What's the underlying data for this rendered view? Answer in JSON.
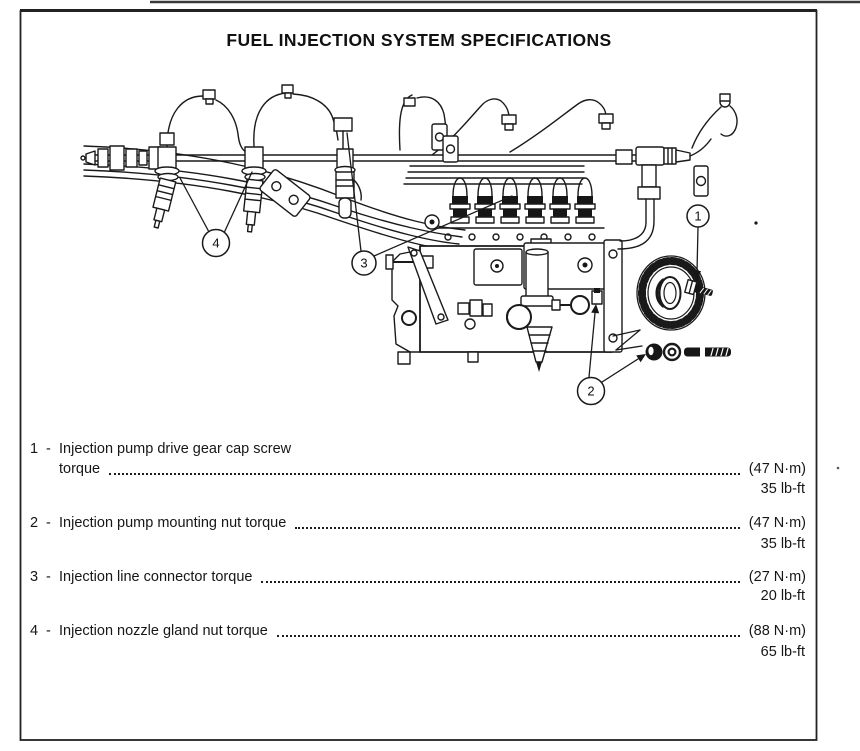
{
  "page": {
    "title": "FUEL INJECTION SYSTEM SPECIFICATIONS"
  },
  "specs": {
    "separator": "-",
    "items": [
      {
        "number": "1",
        "label": "Injection pump drive gear cap screw",
        "label2": "torque",
        "metric": "(47 N·m)",
        "imperial": "35 lb-ft"
      },
      {
        "number": "2",
        "label": "Injection pump mounting nut torque",
        "metric": "(47 N·m)",
        "imperial": "35 lb-ft"
      },
      {
        "number": "3",
        "label": "Injection line connector torque",
        "metric": "(27 N·m)",
        "imperial": "20 lb-ft"
      },
      {
        "number": "4",
        "label": "Injection nozzle gland nut torque",
        "metric": "(88 N·m)",
        "imperial": "65 lb-ft"
      }
    ]
  },
  "diagram": {
    "callouts": [
      {
        "number": "1"
      },
      {
        "number": "2"
      },
      {
        "number": "3"
      },
      {
        "number": "4"
      }
    ]
  }
}
